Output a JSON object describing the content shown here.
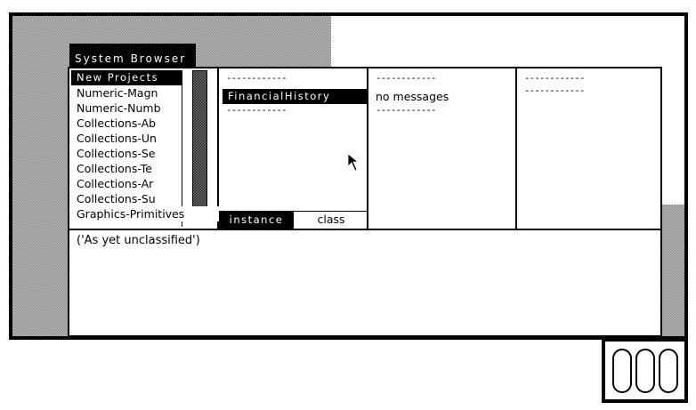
{
  "window": {
    "title": "System Browser"
  },
  "category_pane": {
    "items": [
      {
        "label": "New Projects",
        "selected": true
      },
      {
        "label": "Numeric-Magn",
        "selected": false
      },
      {
        "label": "Numeric-Numb",
        "selected": false
      },
      {
        "label": "Collections-Ab",
        "selected": false
      },
      {
        "label": "Collections-Un",
        "selected": false
      },
      {
        "label": "Collections-Se",
        "selected": false
      },
      {
        "label": "Collections-Te",
        "selected": false
      },
      {
        "label": "Collections-Ar",
        "selected": false
      },
      {
        "label": "Collections-Su",
        "selected": false
      },
      {
        "label": "Graphics-Primitives",
        "selected": false
      }
    ]
  },
  "class_pane": {
    "separator_top": "------------",
    "items": [
      {
        "label": "FinancialHistory",
        "selected": true
      }
    ],
    "separator_bottom": "------------"
  },
  "toggle": {
    "instance_label": "instance",
    "class_label": "class",
    "active": "instance"
  },
  "message_category_pane": {
    "separator_top": "------------",
    "items": [
      {
        "label": "no messages",
        "selected": false
      }
    ],
    "separator_bottom": "------------"
  },
  "message_pane": {
    "separator_top": "------------",
    "separator_bottom": "------------"
  },
  "code_pane": {
    "text": "('As yet unclassified')"
  },
  "icons": {
    "cursor": "arrow-pointer-icon",
    "window_icon": "three-pill-icon"
  },
  "colors": {
    "foreground": "#000000",
    "background": "#ffffff",
    "dither": "#8a8a8a"
  }
}
